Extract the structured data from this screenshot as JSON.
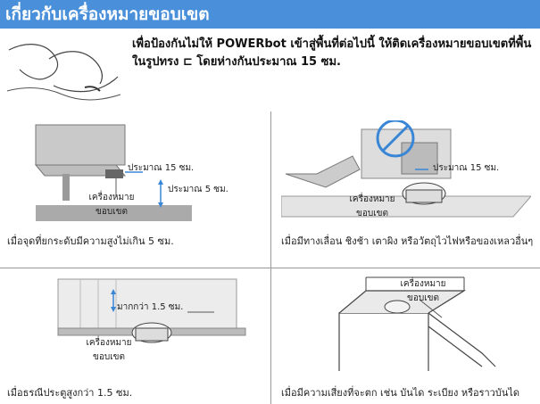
{
  "header": {
    "title": "เกี่ยวกับเครื่องหมายขอบเขต"
  },
  "intro": {
    "text": "เพื่อป้องกันไม่ให้ POWERbot เข้าสู่พื้นที่ต่อไปนี้ ให้ติดเครื่องหมายขอบเขตที่พื้นในรูปทรง ⊏ โดยห่างกันประมาณ 15 ซม."
  },
  "panels": [
    {
      "caption": "เมื่อจุดที่ยกระดับมีความสูงไม่เกิน 5 ซม.",
      "labels": {
        "approx_15": "ประมาณ 15 ซม.",
        "approx_5": "ประมาณ 5 ซม.",
        "marker_line1": "เครื่องหมาย",
        "marker_line2": "ขอบเขต"
      }
    },
    {
      "caption": "เมื่อมีทางเลื่อน ชิงช้า เตาผิง หรือวัตถุไวไฟหรือของเหลวอื่นๆ",
      "labels": {
        "approx_15": "ประมาณ 15 ซม.",
        "marker_line1": "เครื่องหมาย",
        "marker_line2": "ขอบเขต"
      }
    },
    {
      "caption": "เมื่อธรณีประตูสูงกว่า 1.5 ซม.",
      "labels": {
        "higher": "มากกว่า 1.5 ซม.",
        "marker_line1": "เครื่องหมาย",
        "marker_line2": "ขอบเขต"
      }
    },
    {
      "caption": "เมื่อมีความเสี่ยงที่จะตก เช่น บันได ระเบียง หรือราวบันได",
      "labels": {
        "marker_line1": "เครื่องหมาย",
        "marker_line2": "ขอบเขต"
      }
    }
  ],
  "colors": {
    "header_bg": "#4a8fd9",
    "accent_blue": "#3a86d6"
  }
}
